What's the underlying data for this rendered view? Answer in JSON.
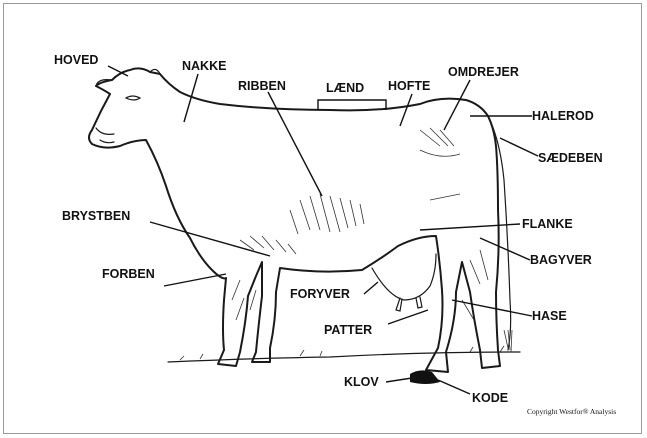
{
  "labels": {
    "hoved": "HOVED",
    "nakke": "NAKKE",
    "ribben": "RIBBEN",
    "laend": "LÆND",
    "hofte": "HOFTE",
    "omdrejer": "OMDREJER",
    "halerod": "HALEROD",
    "saedeben": "SÆDEBEN",
    "brystben": "BRYSTBEN",
    "flanke": "FLANKE",
    "bagyver": "BAGYVER",
    "forben": "FORBEN",
    "foryver": "FORYVER",
    "hase": "HASE",
    "patter": "PATTER",
    "klov": "KLOV",
    "kode": "KODE"
  },
  "copyright": "Copyright Westfor® Analysis"
}
